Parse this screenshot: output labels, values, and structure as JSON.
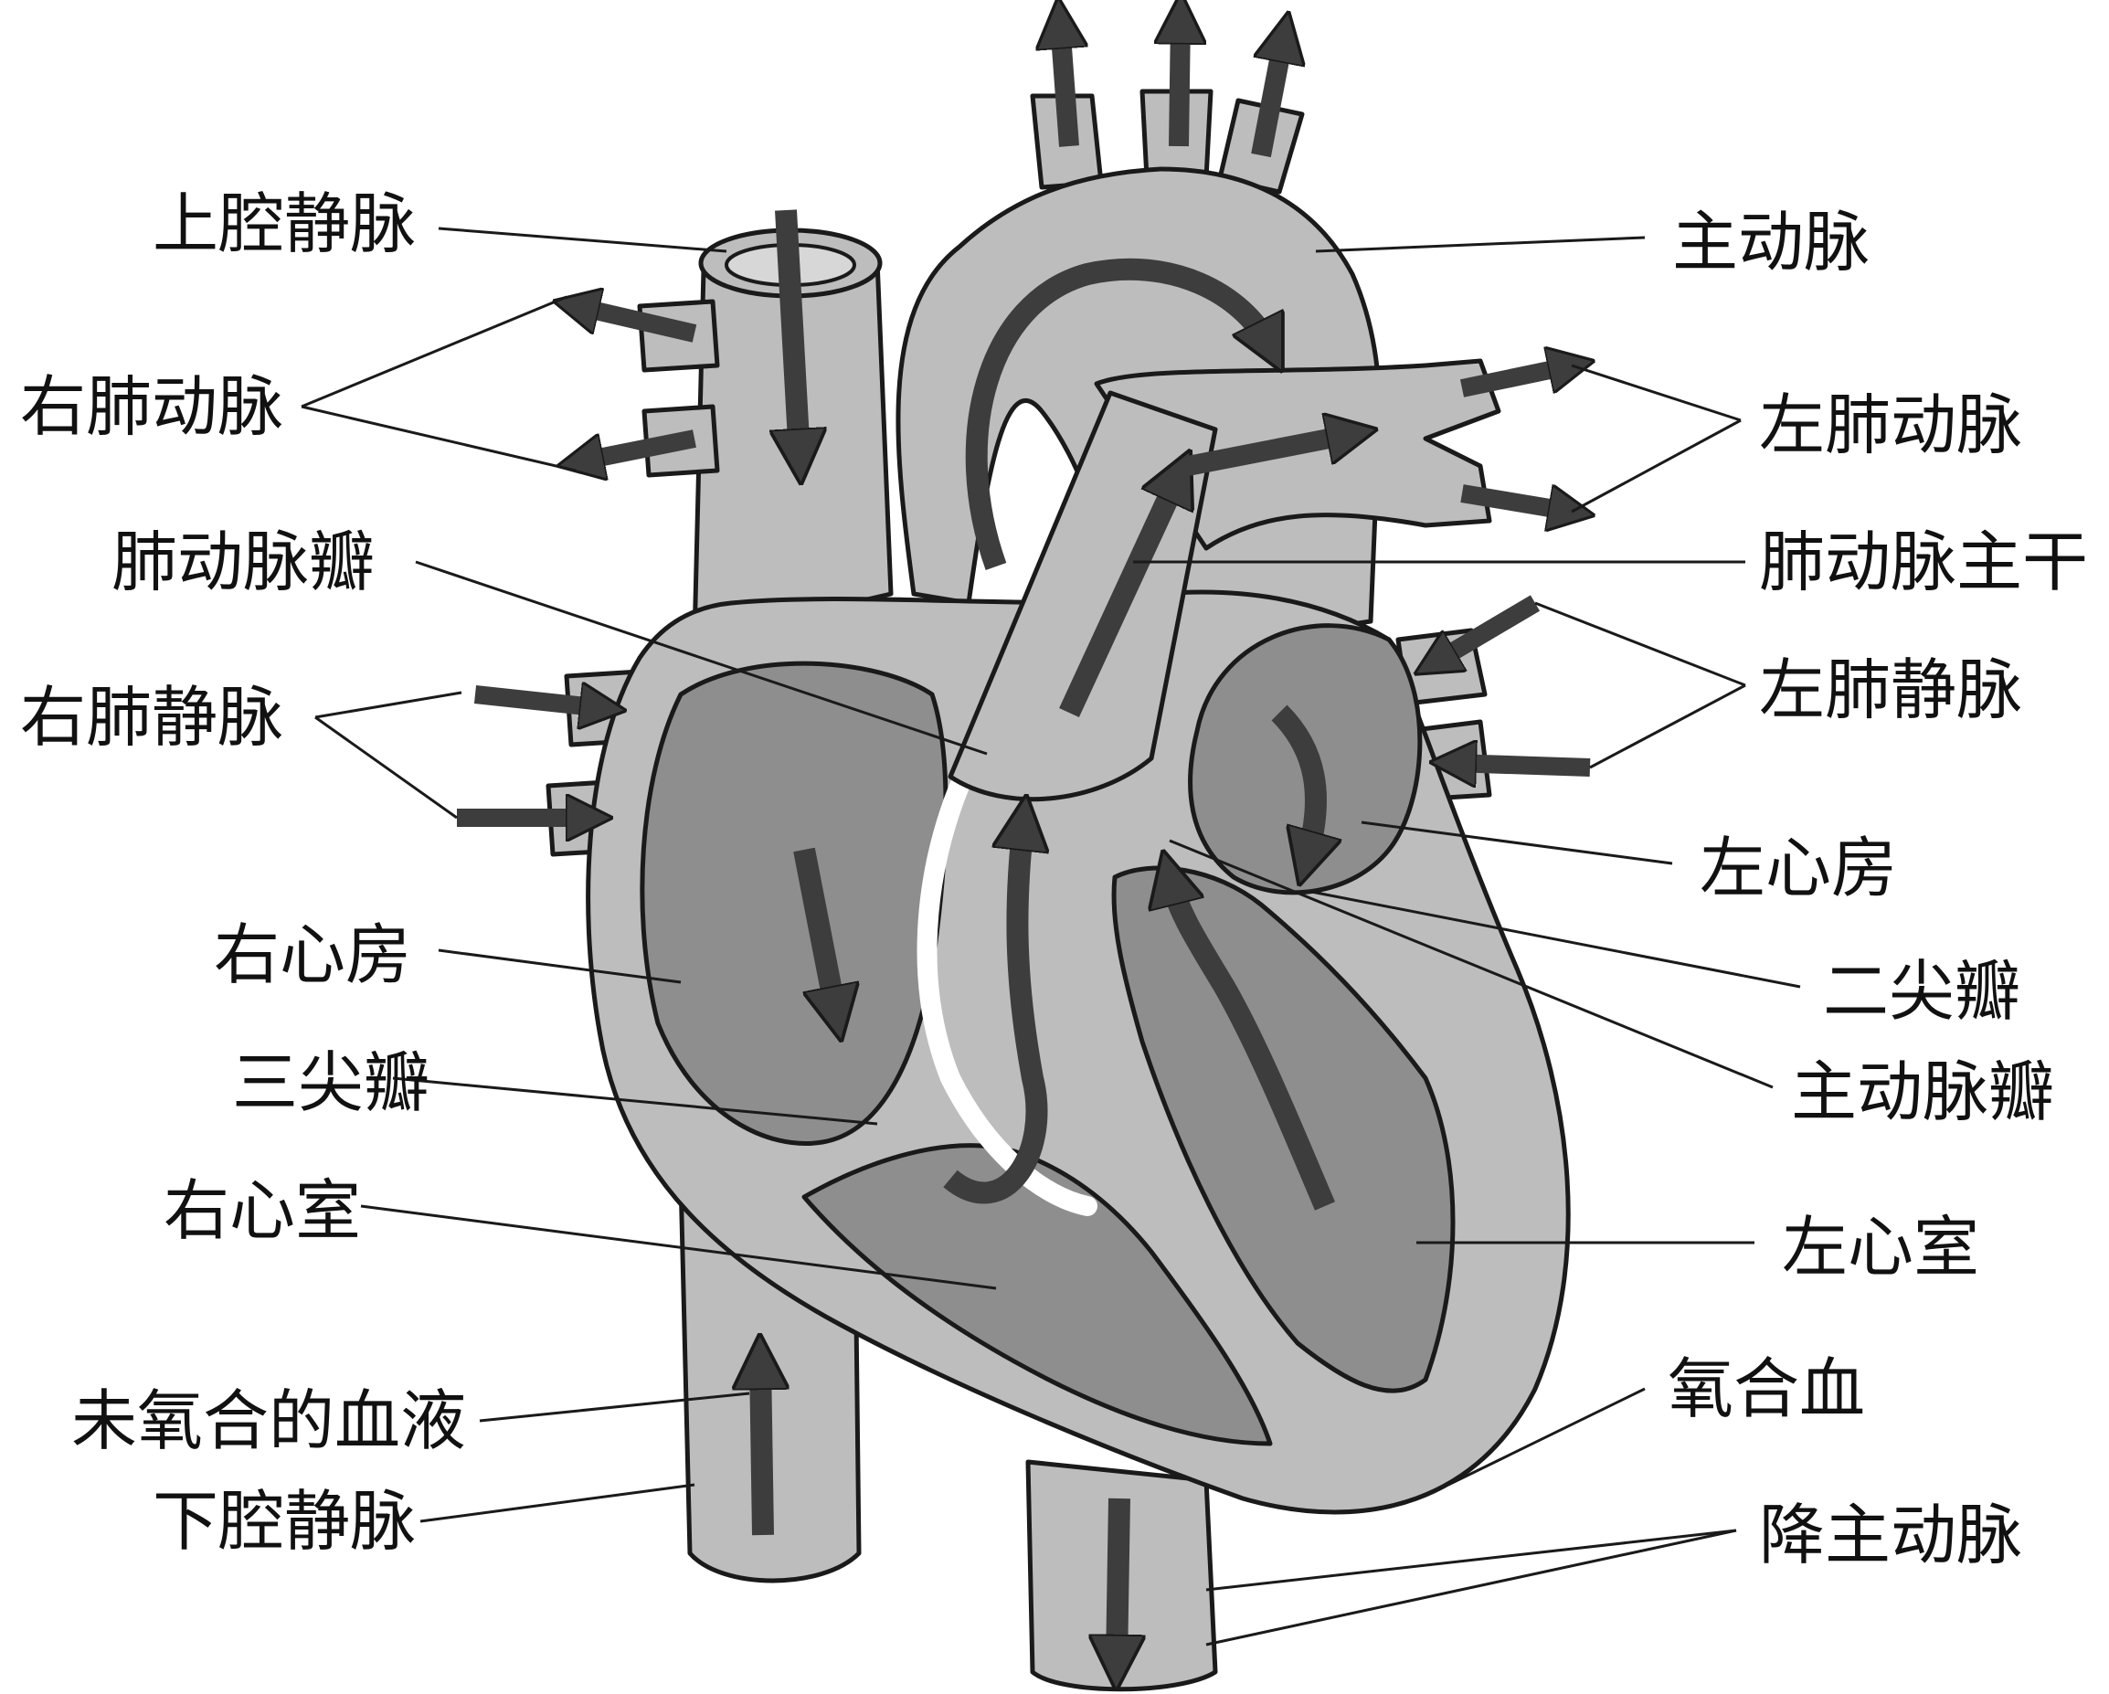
{
  "colors": {
    "vessel": "#bdbdbd",
    "chamber": "#8e8e8e",
    "septum": "#ffffff",
    "arrow": "#3d3d3d",
    "outline": "#1a1a1a",
    "label": "#111111"
  },
  "labels": {
    "superior_vena_cava": "上腔静脉",
    "right_pulmonary_artery": "右肺动脉",
    "pulmonary_valve": "肺动脉瓣",
    "right_pulmonary_veins": "右肺静脉",
    "right_atrium": "右心房",
    "tricuspid_valve": "三尖瓣",
    "right_ventricle": "右心室",
    "deoxygenated_blood": "未氧合的血液",
    "inferior_vena_cava": "下腔静脉",
    "aorta": "主动脉",
    "left_pulmonary_artery": "左肺动脉",
    "pulmonary_trunk": "肺动脉主干",
    "left_pulmonary_veins": "左肺静脉",
    "left_atrium": "左心房",
    "mitral_valve": "二尖瓣",
    "aortic_valve": "主动脉瓣",
    "left_ventricle": "左心室",
    "oxygenated_blood": "氧合血",
    "descending_aorta": "降主动脉"
  }
}
